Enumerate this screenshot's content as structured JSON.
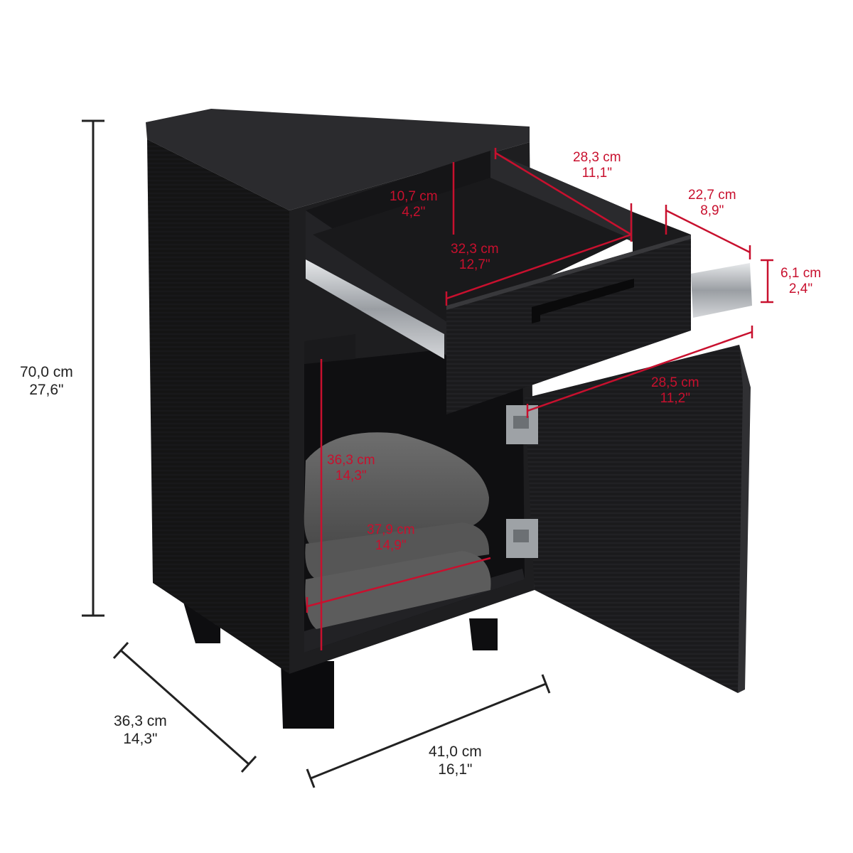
{
  "colors": {
    "cabinet": "#1c1c1e",
    "cabinet_side": "#141416",
    "cabinet_top": "#2a2a2c",
    "interior": "#101012",
    "dimension_black": "#222222",
    "dimension_red": "#c8102e",
    "metal": "#b9bcc0",
    "towel": "#5a5a5a"
  },
  "dimensions": {
    "total_height": {
      "cm": "70,0 cm",
      "in": "27,6\""
    },
    "depth": {
      "cm": "36,3 cm",
      "in": "14,3\""
    },
    "width": {
      "cm": "41,0 cm",
      "in": "16,1\""
    },
    "drawer_depth": {
      "cm": "28,3 cm",
      "in": "11,1\""
    },
    "drawer_height": {
      "cm": "10,7 cm",
      "in": "4,2\""
    },
    "drawer_width": {
      "cm": "32,3 cm",
      "in": "12,7\""
    },
    "slide_length": {
      "cm": "22,7 cm",
      "in": "8,9\""
    },
    "slide_height": {
      "cm": "6,1 cm",
      "in": "2,4\""
    },
    "door_width": {
      "cm": "28,5 cm",
      "in": "11,2\""
    },
    "shelf_height": {
      "cm": "36,3 cm",
      "in": "14,3\""
    },
    "shelf_width": {
      "cm": "37,9 cm",
      "in": "14,9\""
    }
  }
}
